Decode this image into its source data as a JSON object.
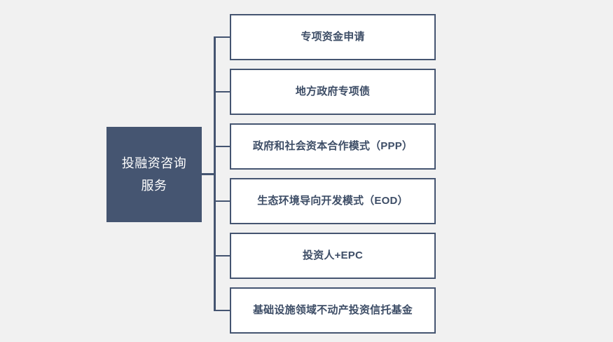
{
  "diagram": {
    "type": "organization-tree",
    "orientation": "left-to-right",
    "background_color": "#f1f1f1",
    "accent_color": "#455571",
    "leaf_background_color": "#ffffff",
    "leaf_text_color": "#3d4d66",
    "root": {
      "label": "投融资咨询\n服务",
      "text_color": "#ffffff",
      "fill_color": "#455571"
    },
    "branches": [
      {
        "label": "专项资金申请"
      },
      {
        "label": "地方政府专项债"
      },
      {
        "label": "政府和社会资本合作模式（PPP）"
      },
      {
        "label": "生态环境导向开发模式（EOD）"
      },
      {
        "label": "投资人+EPC"
      },
      {
        "label": "基础设施领域不动产投资信托基金"
      }
    ]
  }
}
